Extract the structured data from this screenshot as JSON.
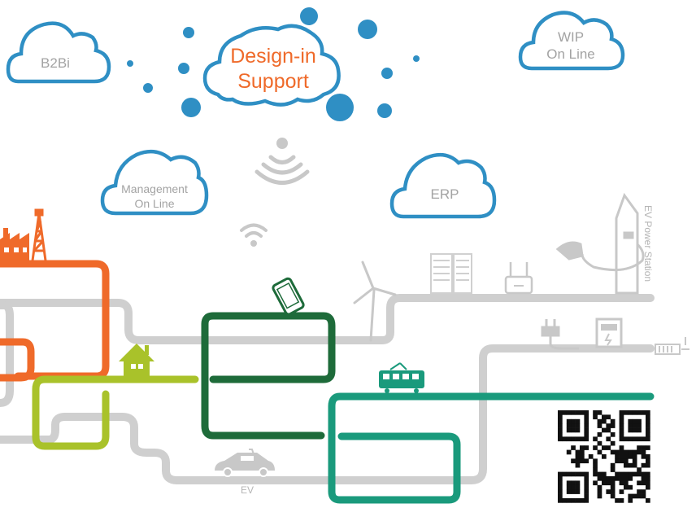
{
  "clouds": {
    "b2bi": "B2Bi",
    "design_in_line1": "Design-in",
    "design_in_line2": "Support",
    "wip_line1": "WIP",
    "wip_line2": "On Line",
    "management_line1": "Management",
    "management_line2": "On Line",
    "erp": "ERP"
  },
  "labels": {
    "ev": "EV",
    "ev_power_station": "EV Power Station"
  },
  "colors": {
    "cloud_stroke": "#2f8fc4",
    "bubble": "#2f8fc4",
    "accent_orange": "#ef6a2a",
    "line_gray": "#cfcfcf",
    "line_orange": "#ef6a2a",
    "line_lime": "#a9c22a",
    "line_darkgreen": "#1e6b3a",
    "line_teal": "#1a9a7c"
  },
  "icons": [
    "factory-icon",
    "oil-rig-icon",
    "house-icon",
    "smartphone-icon",
    "wind-turbine-icon",
    "server-rack-icon",
    "router-icon",
    "ev-charger-icon",
    "power-plug-icon",
    "meter-icon",
    "battery-icon",
    "tram-icon",
    "car-icon",
    "wifi-icon",
    "qr-code-icon"
  ]
}
